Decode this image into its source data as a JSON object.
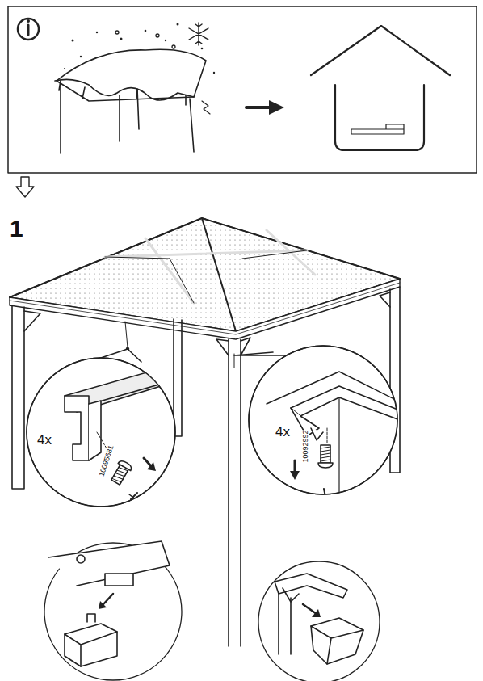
{
  "diagram": {
    "labels": [
      "1",
      "4x",
      "10095681",
      "4x",
      "10092992"
    ]
  }
}
